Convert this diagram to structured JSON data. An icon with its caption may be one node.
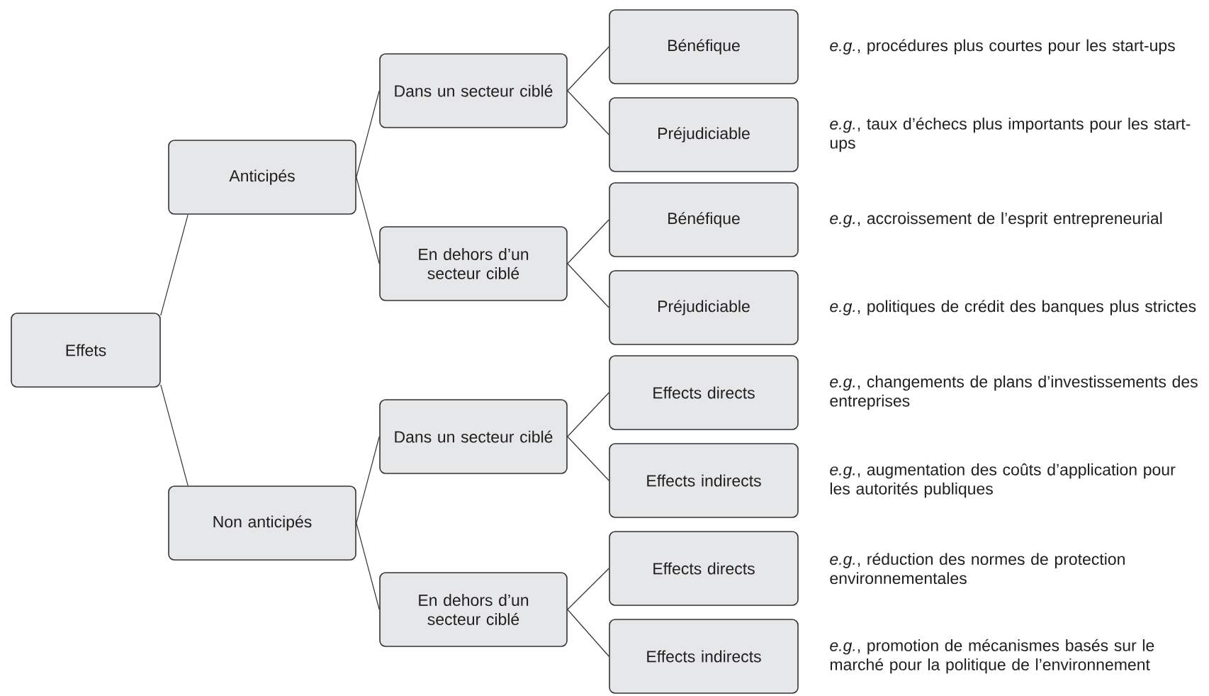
{
  "diagram": {
    "nodes": [
      {
        "text": [
          "Effets"
        ]
      },
      {
        "text": [
          "Anticipés"
        ]
      },
      {
        "text": [
          "Dans un secteur ciblé"
        ]
      },
      {
        "text": [
          "Bénéfique"
        ],
        "beside": [
          "*e.g.*, procédures plus courtes pour les start-ups"
        ]
      },
      {
        "text": [
          "Préjudiciable"
        ],
        "beside": [
          "*e.g.*, taux d’échecs plus importants pour les start-ups"
        ]
      },
      {
        "text": [
          "En dehors d’un secteur ciblé"
        ]
      },
      {
        "text": [
          "Bénéfique"
        ],
        "beside": [
          "*e.g.*, accroissement de l’esprit entrepreneurial"
        ]
      },
      {
        "text": [
          "Préjudiciable"
        ],
        "beside": [
          "*e.g.*, politiques de crédit des banques plus strictes"
        ]
      },
      {
        "text": [
          "Non anticipés"
        ]
      },
      {
        "text": [
          "Dans un secteur ciblé"
        ]
      },
      {
        "text": [
          "Effects directs"
        ],
        "beside": [
          "*e.g.*, changements de plans d’investissements des entreprises"
        ]
      },
      {
        "text": [
          "Effects indirects"
        ],
        "beside": [
          "*e.g.*, augmentation des coûts d’application pour les autorités publiques"
        ]
      },
      {
        "text": [
          "En dehors d’un secteur ciblé"
        ]
      },
      {
        "text": [
          "Effects directs"
        ],
        "beside": [
          "*e.g.*, réduction des normes de protection environnementales"
        ]
      },
      {
        "text": [
          "Effects indirects"
        ],
        "beside": [
          "*e.g.*, promotion de mécanismes basés sur le marché pour la politique de l’environnement"
        ]
      }
    ],
    "edges": [
      {
        "from": 0,
        "to": 1,
        "arrow": "none"
      },
      {
        "from": 0,
        "to": 8,
        "arrow": "none"
      },
      {
        "from": 1,
        "to": 2,
        "arrow": "none"
      },
      {
        "from": 1,
        "to": 5,
        "arrow": "none"
      },
      {
        "from": 2,
        "to": 3,
        "arrow": "none"
      },
      {
        "from": 2,
        "to": 4,
        "arrow": "none"
      },
      {
        "from": 5,
        "to": 6,
        "arrow": "none"
      },
      {
        "from": 5,
        "to": 7,
        "arrow": "none"
      },
      {
        "from": 8,
        "to": 9,
        "arrow": "none"
      },
      {
        "from": 8,
        "to": 12,
        "arrow": "none"
      },
      {
        "from": 9,
        "to": 10,
        "arrow": "none"
      },
      {
        "from": 9,
        "to": 11,
        "arrow": "none"
      },
      {
        "from": 12,
        "to": 13,
        "arrow": "none"
      },
      {
        "from": 12,
        "to": 14,
        "arrow": "none"
      }
    ]
  }
}
